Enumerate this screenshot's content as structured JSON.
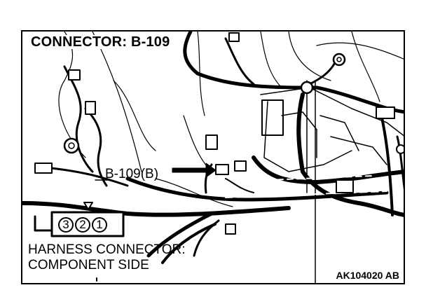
{
  "diagram": {
    "title": "CONNECTOR: B-109",
    "callout_label": "B-109(B)",
    "caption_line1": "HARNESS CONNECTOR:",
    "caption_line2": "COMPONENT SIDE",
    "figure_code": "AK104020 AB",
    "pins": [
      "3",
      "2",
      "1"
    ]
  },
  "colors": {
    "ink": "#000000",
    "paper": "#ffffff"
  }
}
